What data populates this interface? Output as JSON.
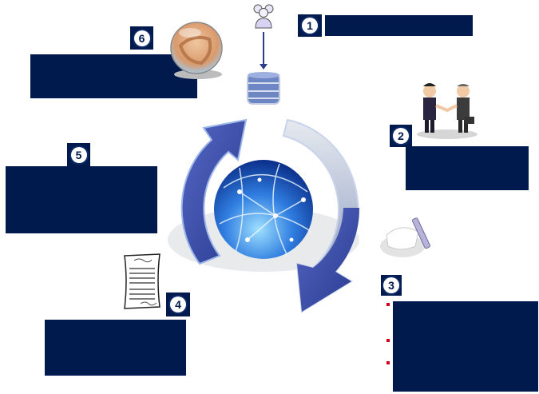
{
  "diagram": {
    "type": "cycle",
    "center": {
      "icon": "globe-network-icon"
    },
    "cycle_arrows": [
      "arrow-up-right-icon",
      "arrow-down-right-icon"
    ],
    "colors": {
      "block": "#001a4d",
      "badge_fill": "#ffffff",
      "bullet": "#d0021b",
      "arrow_blue": "#3a4fa8",
      "arrow_light": "#b8c2d6"
    },
    "steps": [
      {
        "number": "1",
        "icon": "users-group-icon",
        "sub_icon": "database-icon",
        "text": ""
      },
      {
        "number": "2",
        "icon": "handshake-icon",
        "text": ""
      },
      {
        "number": "3",
        "icon": "notepad-pen-icon",
        "bullets": [
          "",
          "",
          ""
        ]
      },
      {
        "number": "4",
        "icon": "document-icon",
        "text": ""
      },
      {
        "number": "5",
        "icon": "",
        "text": ""
      },
      {
        "number": "6",
        "icon": "teamwork-hands-icon",
        "text": ""
      }
    ]
  }
}
